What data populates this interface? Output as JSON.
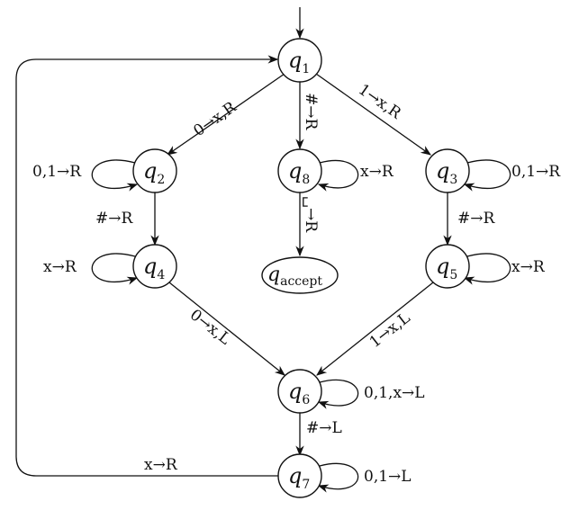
{
  "states": {
    "q1": {
      "main": "q",
      "sub": "1"
    },
    "q2": {
      "main": "q",
      "sub": "2"
    },
    "q3": {
      "main": "q",
      "sub": "3"
    },
    "q4": {
      "main": "q",
      "sub": "4"
    },
    "q5": {
      "main": "q",
      "sub": "5"
    },
    "q6": {
      "main": "q",
      "sub": "6"
    },
    "q7": {
      "main": "q",
      "sub": "7"
    },
    "q8": {
      "main": "q",
      "sub": "8"
    },
    "accept": {
      "main": "q",
      "sub": "accept"
    }
  },
  "transitions": {
    "q1_q2": "0→x,R",
    "q1_q8": "#→R",
    "q1_q3": "1→x,R",
    "q2_loop": "0,1→R",
    "q3_loop": "0,1→R",
    "q8_loop": "x→R",
    "q2_q4": "#→R",
    "q3_q5": "#→R",
    "q8_accept": "␣→R",
    "q4_loop": "x→R",
    "q5_loop": "x→R",
    "q4_q6": "0→x,L",
    "q5_q6": "1→x,L",
    "q6_loop": "0,1,x→L",
    "q6_q7": "#→L",
    "q7_loop": "0,1→L",
    "q7_q1": "x→R"
  }
}
